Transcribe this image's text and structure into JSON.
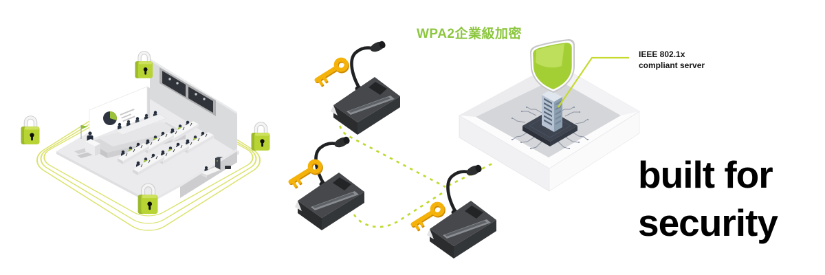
{
  "headline": {
    "line1": "built for",
    "line2": "security"
  },
  "labels": {
    "encryption": "WPA2企業級加密",
    "server_line1": "IEEE 802.1x",
    "server_line2": "compliant server"
  },
  "diagram": {
    "conference_room": {
      "description": "isometric conference hall with stage, podium, delegate tables and interpreter booth",
      "perimeter_loops": 3,
      "padlocks": 4,
      "padlock_positions": [
        "top",
        "left",
        "right",
        "bottom"
      ]
    },
    "microphone_units": {
      "count": 3,
      "type": "gooseneck conference microphone console"
    },
    "encryption_keys": {
      "count": 3,
      "icon": "key-icon"
    },
    "connections": {
      "style": "dashed",
      "from": "microphone units",
      "to": "server platform"
    },
    "server_platform": {
      "shield_icon": true,
      "cpu_chip": true,
      "server_tower": true,
      "callout": "IEEE 802.1x compliant server"
    }
  },
  "colors": {
    "background": "#ffffff",
    "accent_green_text": "#8cc63f",
    "padlock_green": "#b7d434",
    "perimeter_loop": "#dbe26c",
    "dashed_line": "#c1d92f",
    "key_gold": "#f4b20a",
    "mic_dark_gray": "#46484b",
    "platform_gray": "#d5d6d9",
    "headline_text": "#000000"
  }
}
